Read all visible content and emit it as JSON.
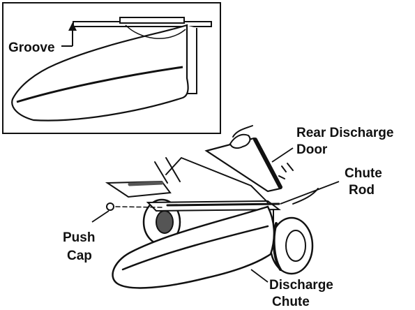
{
  "labels": {
    "groove": "Groove",
    "rear_discharge_door_line1": "Rear Discharge",
    "rear_discharge_door_line2": "Door",
    "chute_rod_line1": "Chute",
    "chute_rod_line2": "Rod",
    "push_cap_line1": "Push",
    "push_cap_line2": "Cap",
    "discharge_chute_line1": "Discharge",
    "discharge_chute_line2": "Chute"
  },
  "colors": {
    "ink": "#111111",
    "paper": "#ffffff",
    "shade": "#555555"
  }
}
